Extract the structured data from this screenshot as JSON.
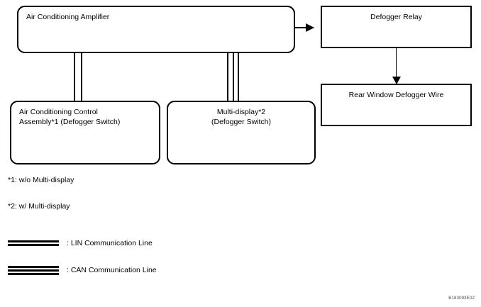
{
  "diagram": {
    "type": "block-diagram",
    "boxes": [
      {
        "id": "air-conditioning-amplifier",
        "label": "Air Conditioning Amplifier",
        "shape": "rounded-rect",
        "label_align": "top-left"
      },
      {
        "id": "air-conditioning-control-assembly",
        "label": "Air Conditioning Control\nAssembly*1 (Defogger Switch)",
        "shape": "rounded-rect",
        "label_align": "top-left"
      },
      {
        "id": "multi-display",
        "label": "Multi-display*2\n(Defogger Switch)",
        "shape": "rounded-rect",
        "label_align": "top-center"
      },
      {
        "id": "defogger-relay",
        "label": "Defogger Relay",
        "shape": "rect",
        "label_align": "top-center"
      },
      {
        "id": "rear-window-defogger-wire",
        "label": "Rear Window Defogger Wire",
        "shape": "rect",
        "label_align": "top-center"
      }
    ],
    "connectors": [
      {
        "id": "amplifier-to-control-assembly",
        "kind": "LIN Communication Line",
        "conductors": 2,
        "orientation": "vertical"
      },
      {
        "id": "amplifier-to-multi-display",
        "kind": "CAN Communication Line",
        "conductors": 3,
        "orientation": "vertical"
      },
      {
        "id": "amplifier-to-defogger-relay",
        "kind": "arrow",
        "orientation": "horizontal-right"
      },
      {
        "id": "defogger-relay-to-rear-window-defogger-wire",
        "kind": "arrow",
        "orientation": "vertical-down"
      }
    ]
  },
  "footnotes": [
    {
      "id": "footnote-1",
      "text": "*1: w/o Multi-display"
    },
    {
      "id": "footnote-2",
      "text": "*2: w/ Multi-display"
    }
  ],
  "legend": {
    "items": [
      {
        "id": "lin",
        "bars": 2,
        "text": ": LIN Communication Line"
      },
      {
        "id": "can",
        "bars": 3,
        "text": ": CAN Communication Line"
      }
    ]
  },
  "reference_code": "B183093E02",
  "colors": {
    "stroke": "#000000",
    "background": "#ffffff",
    "reference_code": "#4a4a4a"
  }
}
